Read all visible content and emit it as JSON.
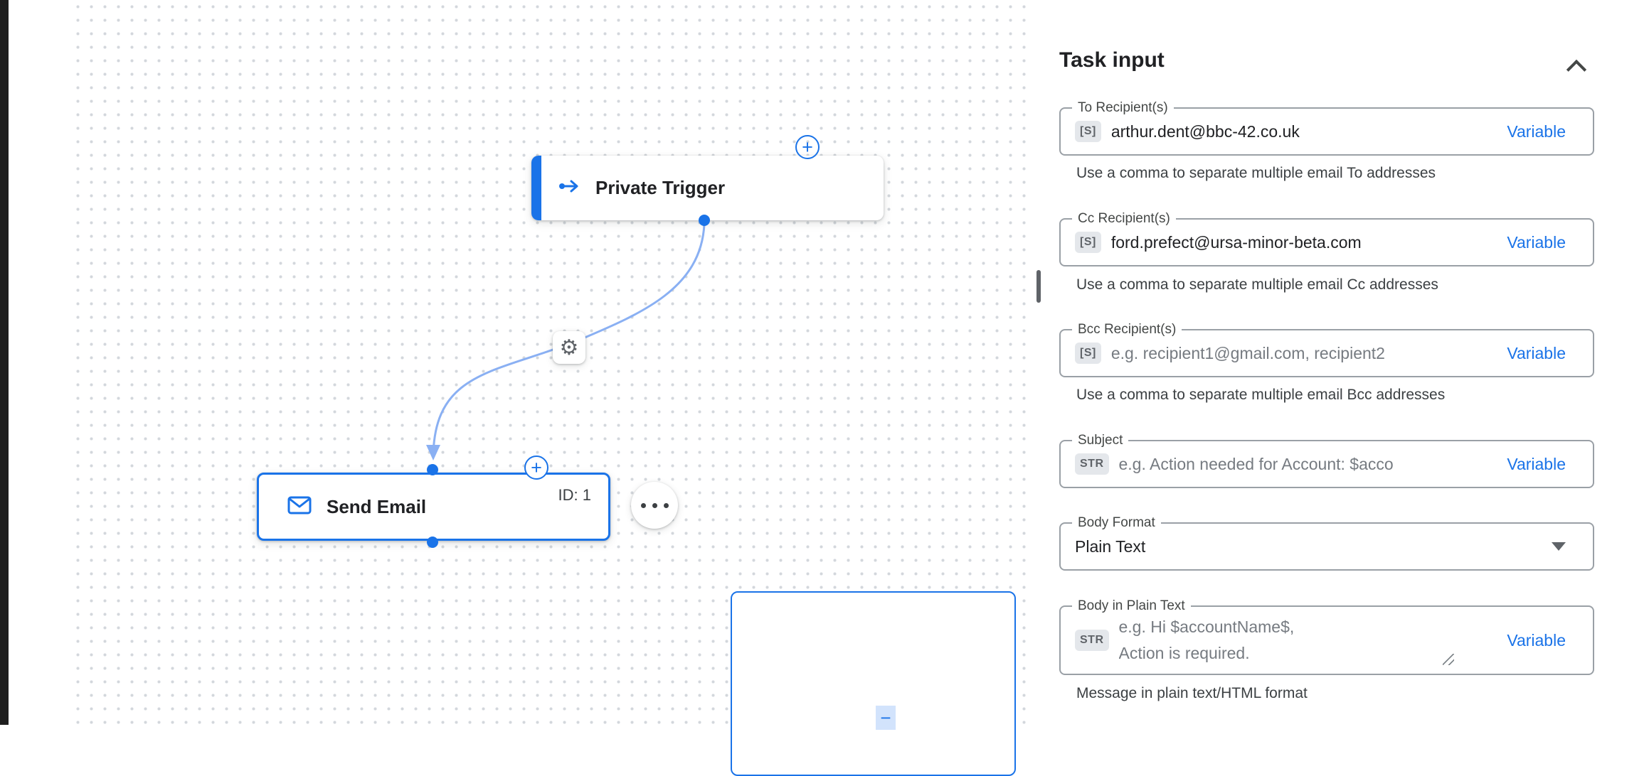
{
  "colors": {
    "accent": "#1a73e8",
    "connector": "#8ab0f3",
    "node_text": "#202124",
    "helper_text": "#3c4043",
    "field_border": "#9aa0a6",
    "selection_bg": "#d2e3fc"
  },
  "canvas": {
    "trigger": {
      "label": "Private Trigger"
    },
    "send_email": {
      "label": "Send Email",
      "id_text": "ID: 1"
    }
  },
  "icons": {
    "plus": "+",
    "gear": "⚙",
    "minus": "−"
  },
  "panel": {
    "title": "Task input",
    "fields": [
      {
        "label": "To Recipient(s)",
        "badge": "[S]",
        "value": "arthur.dent@bbc-42.co.uk",
        "variable_label": "Variable",
        "helper": "Use a comma to separate multiple email To addresses"
      },
      {
        "label": "Cc Recipient(s)",
        "badge": "[S]",
        "value": "ford.prefect@ursa-minor-beta.com",
        "variable_label": "Variable",
        "helper": "Use a comma to separate multiple email Cc addresses"
      },
      {
        "label": "Bcc Recipient(s)",
        "badge": "[S]",
        "placeholder": "e.g. recipient1@gmail.com, recipient2",
        "variable_label": "Variable",
        "helper": "Use a comma to separate multiple email Bcc addresses"
      },
      {
        "label": "Subject",
        "badge": "STR",
        "placeholder": "e.g. Action needed for Account: $acco",
        "variable_label": "Variable"
      },
      {
        "label": "Body Format",
        "value": "Plain Text"
      },
      {
        "label": "Body in Plain Text",
        "badge": "STR",
        "placeholder_line1": "e.g. Hi $accountName$,",
        "placeholder_line2": "Action is required.",
        "variable_label": "Variable",
        "helper": "Message in plain text/HTML format"
      }
    ]
  }
}
